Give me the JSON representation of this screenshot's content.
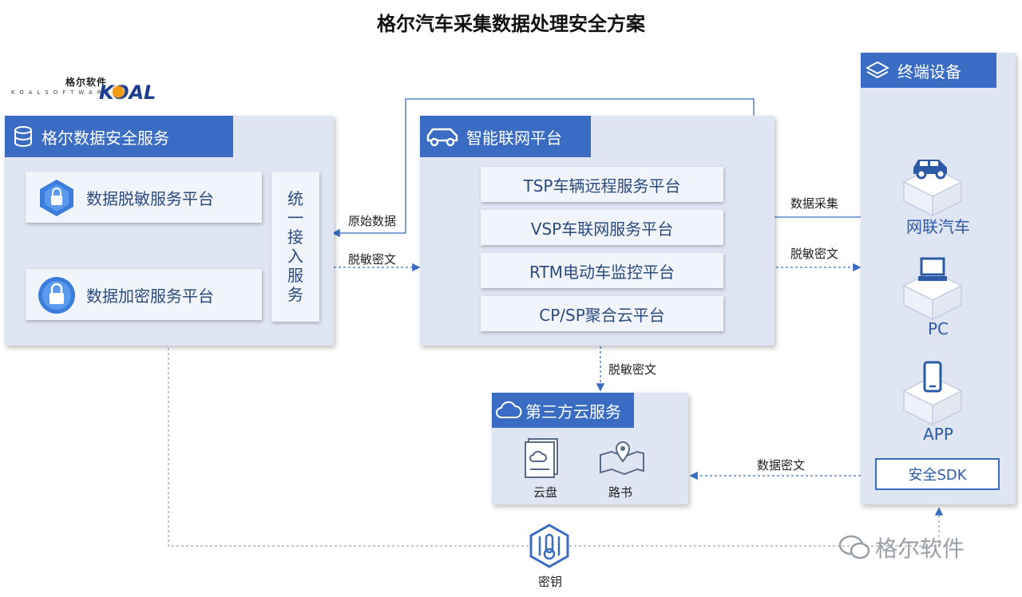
{
  "title": "格尔汽车采集数据处理安全方案",
  "logo": {
    "cn": "格尔软件",
    "en_small": "KOALSOFTWARE",
    "en_big": "KOAL"
  },
  "left_panel": {
    "title": "格尔数据安全服务",
    "desensitize": "数据脱敏服务平台",
    "encrypt": "数据加密服务平台",
    "unified_access": [
      "统",
      "一",
      "接",
      "入",
      "服",
      "务"
    ]
  },
  "center_panel": {
    "title": "智能联网平台",
    "services": [
      "TSP车辆远程服务平台",
      "VSP车联网服务平台",
      "RTM电动车监控平台",
      "CP/SP聚合云平台"
    ]
  },
  "third_party": {
    "title": "第三方云服务",
    "cloud_disk": "云盘",
    "roadbook": "路书"
  },
  "terminal": {
    "title": "终端设备",
    "car": "网联汽车",
    "pc": "PC",
    "app": "APP",
    "sdk": "安全SDK"
  },
  "flow_labels": {
    "raw_data": "原始数据",
    "desensitized_1": "脱敏密文",
    "collect": "数据采集",
    "desensitized_2": "脱敏密文",
    "desensitized_3": "脱敏密文",
    "cipher": "数据密文",
    "key": "密钥"
  },
  "watermark": "格尔软件",
  "colors": {
    "accent": "#3a6cc4",
    "panel": "#dfe5f3",
    "card": "#f1f4fa",
    "line": "#3a6cc4"
  }
}
